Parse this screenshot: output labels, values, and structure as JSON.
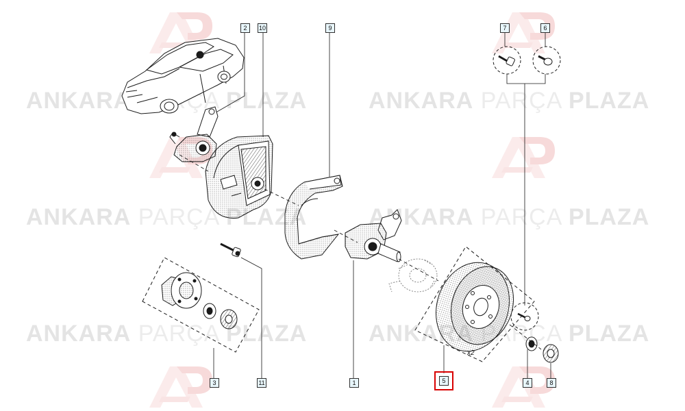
{
  "watermark": {
    "brand_bold_1": "ANKARA",
    "brand_light": "PARÇA",
    "brand_bold_2": "PLAZA",
    "logo_letters": "AP"
  },
  "callouts": {
    "c1": "1",
    "c2": "2",
    "c3": "3",
    "c4": "4",
    "c5": "5",
    "c6": "6",
    "c7": "7",
    "c8": "8",
    "c9": "9",
    "c10": "10",
    "c11": "11"
  },
  "quantity_label": "x2",
  "highlighted_callout": "5",
  "colors": {
    "highlight": "#d80000",
    "callout_fill": "#e8f6fb",
    "line": "#1a1a1a"
  }
}
